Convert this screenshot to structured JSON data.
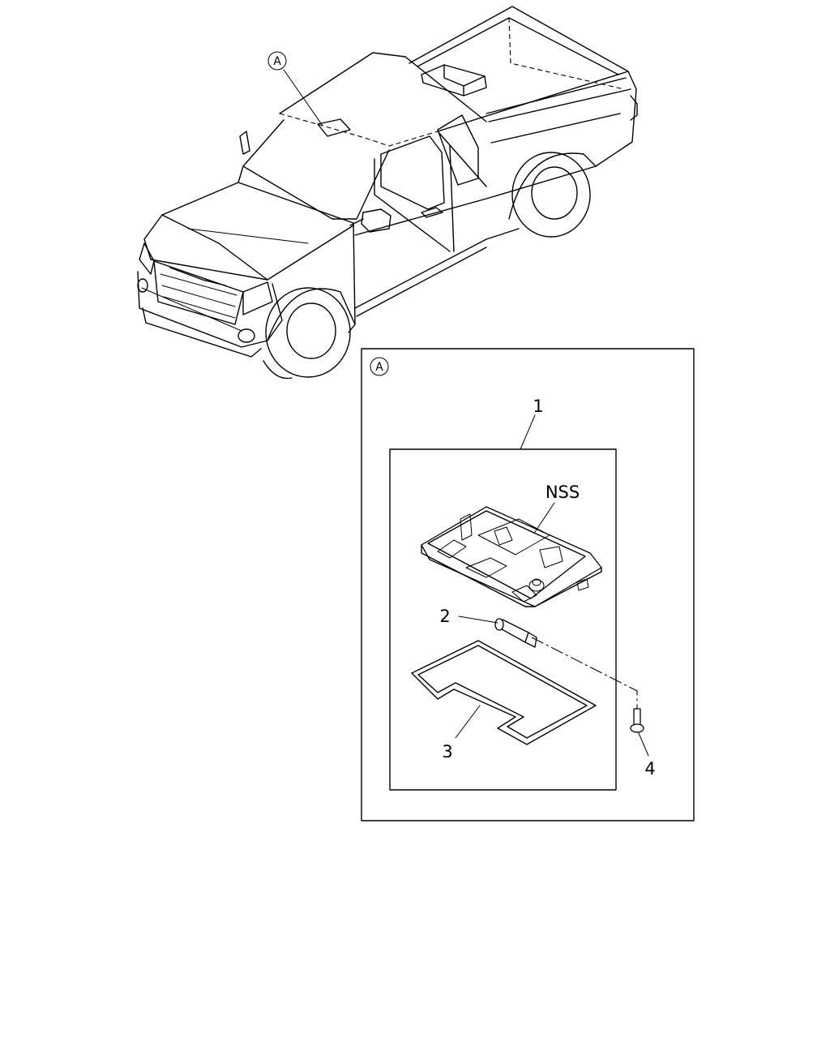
{
  "callouts": {
    "detail_ref_truck": "A",
    "detail_ref_box": "A"
  },
  "parts": [
    {
      "number": "1"
    },
    {
      "number": "2"
    },
    {
      "number": "3"
    },
    {
      "number": "4"
    }
  ],
  "notes": {
    "nss": "NSS"
  }
}
